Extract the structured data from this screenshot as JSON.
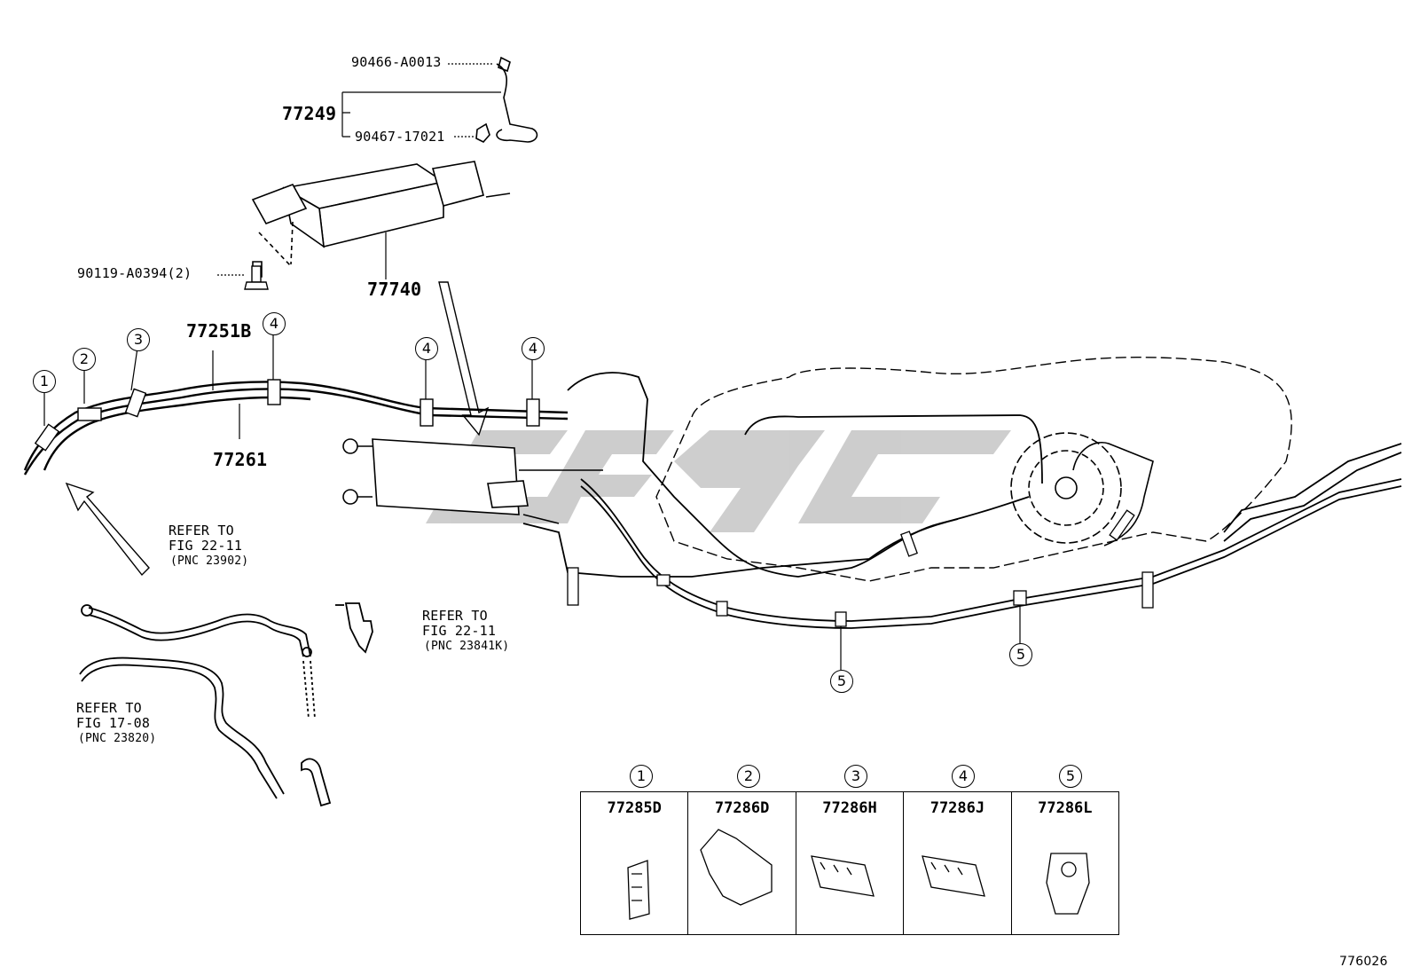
{
  "figure_number": "776026",
  "parts": {
    "p1": "90466-A0013",
    "p2": "77249",
    "p3": "90467-17021",
    "p4": "90119-A0394(2)",
    "p5": "77740",
    "p6": "77251B",
    "p7": "77261"
  },
  "callouts": [
    "1",
    "2",
    "3",
    "4",
    "5"
  ],
  "refs": {
    "r1": {
      "line1": "REFER TO",
      "line2": "FIG 22-11",
      "line3": "(PNC 23902)"
    },
    "r2": {
      "line1": "REFER TO",
      "line2": "FIG 22-11",
      "line3": "(PNC 23841K)"
    },
    "r3": {
      "line1": "REFER TO",
      "line2": "FIG 17-08",
      "line3": "(PNC 23820)"
    }
  },
  "legend": [
    {
      "num": "1",
      "part": "77285D",
      "icon": "clip-icon"
    },
    {
      "num": "2",
      "part": "77286D",
      "icon": "bracket-clamp-icon"
    },
    {
      "num": "3",
      "part": "77286H",
      "icon": "multi-clamp-icon"
    },
    {
      "num": "4",
      "part": "77286J",
      "icon": "multi-clamp-icon"
    },
    {
      "num": "5",
      "part": "77286L",
      "icon": "pipe-clamp-icon"
    }
  ]
}
